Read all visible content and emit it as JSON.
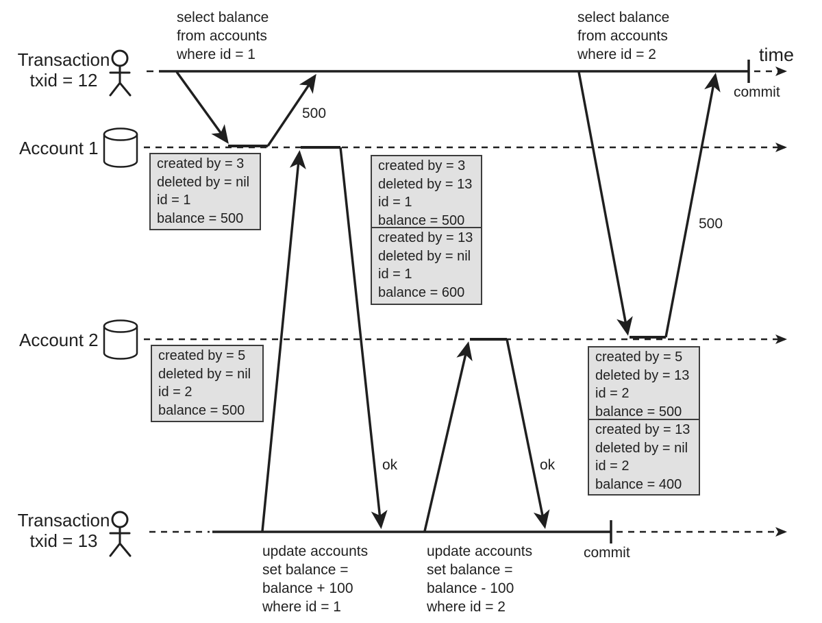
{
  "colors": {
    "ink": "#1f1f1f",
    "record_fill": "#e1e1e1",
    "record_border": "#3c3c3c",
    "background": "#ffffff"
  },
  "lanes": {
    "tx12": {
      "line1": "Transaction",
      "line2": "txid = 12"
    },
    "account1": {
      "label": "Account 1"
    },
    "account2": {
      "label": "Account 2"
    },
    "tx13": {
      "line1": "Transaction",
      "line2": "txid = 13"
    }
  },
  "axis": {
    "time_label": "time"
  },
  "events": {
    "commit_tx12": "commit",
    "commit_tx13": "commit"
  },
  "queries": {
    "select_id1": {
      "lines": [
        "select balance",
        "from accounts",
        "where id = 1"
      ]
    },
    "select_id2": {
      "lines": [
        "select balance",
        "from accounts",
        "where id = 2"
      ]
    },
    "update_id1": {
      "lines": [
        "update accounts",
        "set balance =",
        "balance + 100",
        "where id = 1"
      ]
    },
    "update_id2": {
      "lines": [
        "update accounts",
        "set balance =",
        "balance - 100",
        "where id = 2"
      ]
    }
  },
  "responses": {
    "balance_acc1": "500",
    "balance_acc2": "500",
    "ok_update1": "ok",
    "ok_update2": "ok"
  },
  "records": {
    "acc1_initial": {
      "lines": [
        "created by = 3",
        "deleted by = nil",
        "id = 1",
        "balance = 500"
      ]
    },
    "acc1_deleted": {
      "lines": [
        "created by = 3",
        "deleted by = 13",
        "id = 1",
        "balance = 500"
      ]
    },
    "acc1_new": {
      "lines": [
        "created by = 13",
        "deleted by = nil",
        "id = 1",
        "balance = 600"
      ]
    },
    "acc2_initial": {
      "lines": [
        "created by = 5",
        "deleted by = nil",
        "id = 2",
        "balance = 500"
      ]
    },
    "acc2_deleted": {
      "lines": [
        "created by = 5",
        "deleted by = 13",
        "id = 2",
        "balance = 500"
      ]
    },
    "acc2_new": {
      "lines": [
        "created by = 13",
        "deleted by = nil",
        "id = 2",
        "balance = 400"
      ]
    }
  },
  "icons": {
    "tx12_actor": "stick-figure",
    "tx13_actor": "stick-figure",
    "account1_db": "database-cylinder",
    "account2_db": "database-cylinder",
    "line_end": "arrowhead"
  }
}
